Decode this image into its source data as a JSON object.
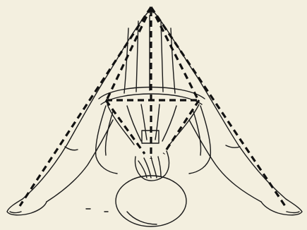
{
  "illustration": {
    "subject": "figure-in-wide-legged-forward-bend",
    "style": "pen-and-ink-line-drawing",
    "paper_color": "#f3efdf",
    "ink_color": "#1a1a1a",
    "guide_line_style": "dashed"
  }
}
